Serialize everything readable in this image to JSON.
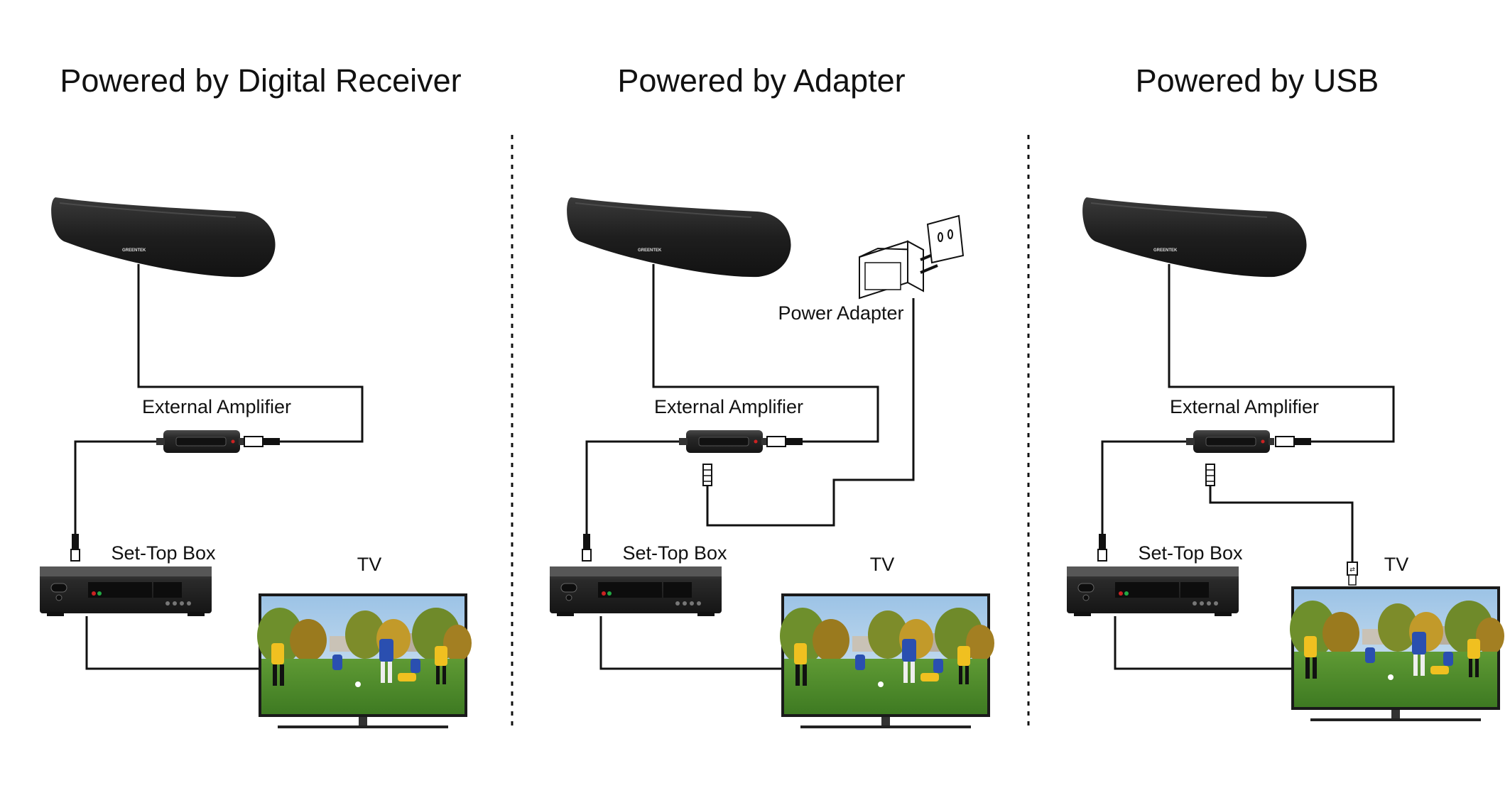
{
  "panels": [
    {
      "title": "Powered by Digital Receiver",
      "amplifier_label": "External Amplifier",
      "stb_label": "Set-Top Box",
      "tv_label": "TV",
      "antenna_brand": "GREENTEK"
    },
    {
      "title": "Powered by Adapter",
      "amplifier_label": "External Amplifier",
      "adapter_label": "Power Adapter",
      "stb_label": "Set-Top Box",
      "tv_label": "TV",
      "antenna_brand": "GREENTEK"
    },
    {
      "title": "Powered by USB",
      "amplifier_label": "External Amplifier",
      "stb_label": "Set-Top Box",
      "tv_label": "TV",
      "antenna_brand": "GREENTEK"
    }
  ],
  "colors": {
    "device": "#2a2a2a",
    "cable": "#111111",
    "led_red": "#cc2222",
    "led_green": "#22aa44"
  }
}
